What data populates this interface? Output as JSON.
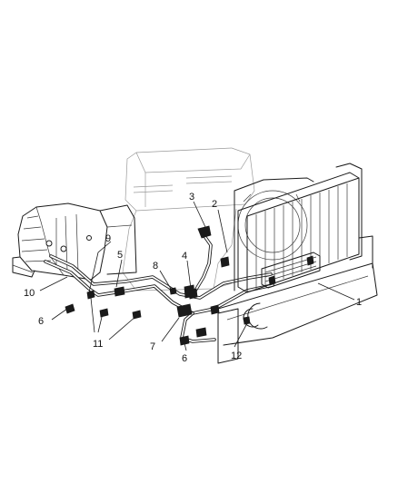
{
  "callouts": {
    "c1": "1",
    "c2": "2",
    "c3": "3",
    "c4": "4",
    "c5": "5",
    "c6a": "6",
    "c6b": "6",
    "c7": "7",
    "c8": "8",
    "c9": "9",
    "c10": "10",
    "c11": "11",
    "c12": "12"
  }
}
